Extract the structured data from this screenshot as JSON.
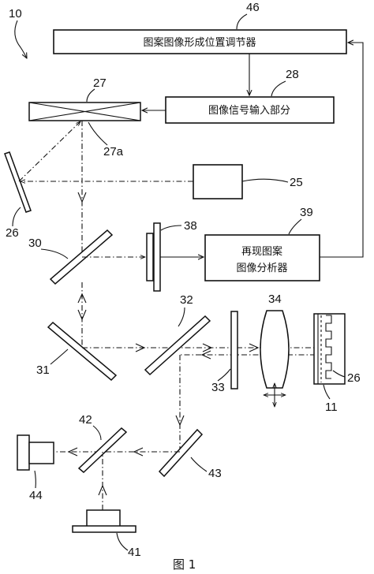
{
  "figure": {
    "system_label": "10",
    "caption": "图 1"
  },
  "blocks": {
    "adjuster": {
      "ref": "46",
      "text": "图案图像形成位置调节器"
    },
    "signal_input": {
      "ref": "28",
      "text": "图像信号输入部分"
    },
    "analyzer": {
      "ref": "39",
      "line1": "再现图案",
      "line2": "图像分析器"
    }
  },
  "refs": {
    "slm": "27",
    "slm_surface": "27a",
    "light_source": "25",
    "mirror_26": "26",
    "beam_splitter_30": "30",
    "detector_38": "38",
    "mirror_31": "31",
    "beam_splitter_32": "32",
    "plate_33": "33",
    "lens_34": "34",
    "medium": "11",
    "medium_layer": "26",
    "beam_splitter_42": "42",
    "mirror_43": "43",
    "camera_44": "44",
    "source_41": "41"
  }
}
